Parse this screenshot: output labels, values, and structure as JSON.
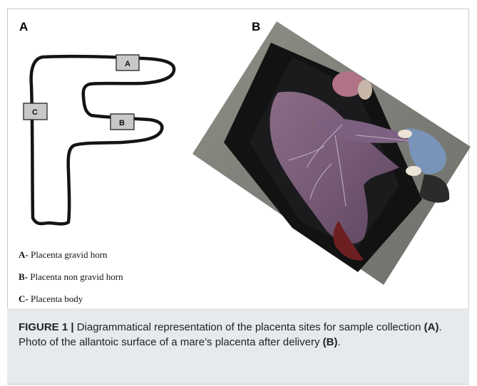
{
  "panel_a_letter": "A",
  "panel_b_letter": "B",
  "diagram_boxes": {
    "a": "A",
    "b": "B",
    "c": "C"
  },
  "legend": [
    {
      "key": "A-",
      "text": " Placenta gravid horn"
    },
    {
      "key": "B-",
      "text": " Placenta non gravid horn"
    },
    {
      "key": "C-",
      "text": " Placenta body"
    }
  ],
  "caption": {
    "label": "FIGURE 1 |",
    "text1": " Diagrammatical representation of the placenta sites for sample collection ",
    "ref_a": "(A)",
    "text2": ". Photo of the allantoic surface of a mare’s placenta after delivery ",
    "ref_b": "(B)",
    "text3": "."
  }
}
